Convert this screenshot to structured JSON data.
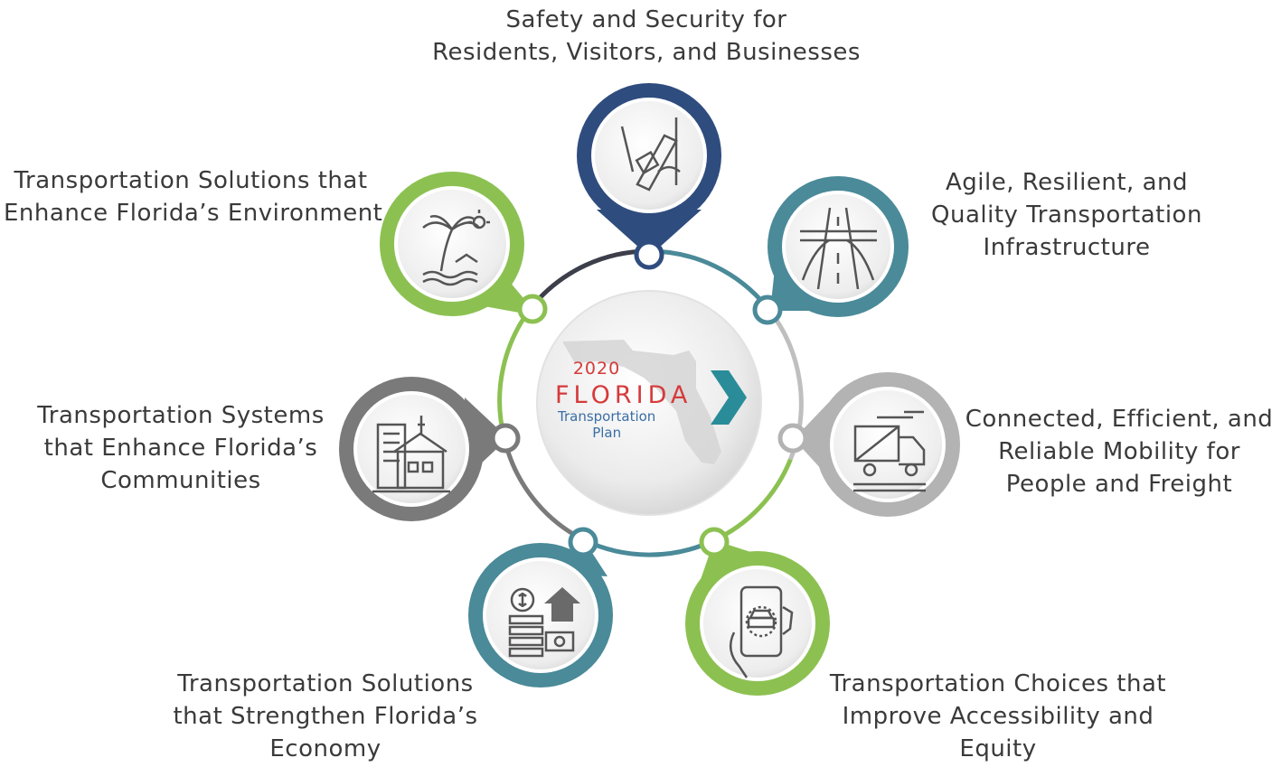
{
  "center": {
    "year": "2020",
    "name": "FLORIDA",
    "subtitle": "Transportation Plan"
  },
  "goals": [
    {
      "id": "safety",
      "lines": [
        "Safety and Security for",
        "Residents, Visitors, and Businesses"
      ],
      "color": "#2f4c7e",
      "icon": "seatbelt-icon"
    },
    {
      "id": "infrastructure",
      "lines": [
        "Agile, Resilient, and",
        "Quality Transportation",
        "Infrastructure"
      ],
      "color": "#4a8a99",
      "icon": "highway-icon"
    },
    {
      "id": "mobility",
      "lines": [
        "Connected, Efficient, and",
        "Reliable Mobility for",
        "People and Freight"
      ],
      "color": "#b3b3b3",
      "icon": "truck-icon"
    },
    {
      "id": "choices",
      "lines": [
        "Transportation Choices that",
        "Improve Accessibility and",
        "Equity"
      ],
      "color": "#8cc152",
      "icon": "smartphone-car-icon"
    },
    {
      "id": "economy",
      "lines": [
        "Transportation Solutions",
        "that Strengthen Florida’s",
        "Economy"
      ],
      "color": "#4a8a99",
      "icon": "money-house-icon"
    },
    {
      "id": "communities",
      "lines": [
        "Transportation Systems",
        "that Enhance Florida’s",
        "Communities"
      ],
      "color": "#7a7a7a",
      "icon": "city-buildings-icon"
    },
    {
      "id": "environment",
      "lines": [
        "Transportation Solutions that",
        "Enhance Florida’s Environment"
      ],
      "color": "#8cc152",
      "icon": "palm-tree-icon"
    }
  ]
}
